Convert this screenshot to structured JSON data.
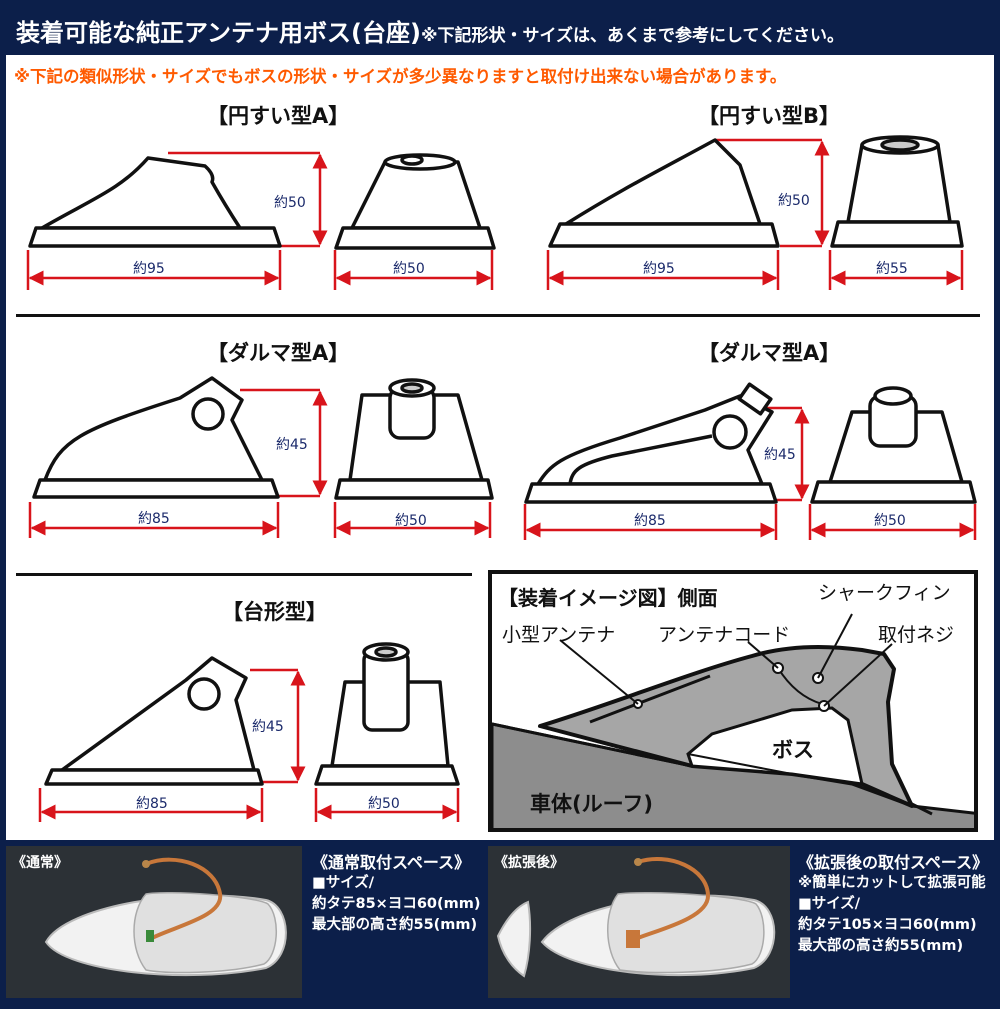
{
  "header": {
    "title": "装着可能な純正アンテナ用ボス(台座)",
    "note": "※下記形状・サイズは、あくまで参考にしてください。"
  },
  "warning": "※下記の類似形状・サイズでもボスの形状・サイズが多少異なりますと取付け出来ない場合があります。",
  "shapes": [
    {
      "title": "【円すい型A】",
      "height": "約50",
      "length": "約95",
      "width": "約50"
    },
    {
      "title": "【円すい型B】",
      "height": "約50",
      "length": "約95",
      "width": "約55"
    },
    {
      "title": "【ダルマ型A】",
      "height": "約45",
      "length": "約85",
      "width": "約50"
    },
    {
      "title": "【ダルマ型A】",
      "height": "約45",
      "length": "約85",
      "width": "約50"
    },
    {
      "title": "【台形型】",
      "height": "約45",
      "length": "約85",
      "width": "約50"
    }
  ],
  "install_image": {
    "title": "【装着イメージ図】側面",
    "labels": {
      "shark_fin": "シャークフィン",
      "small_antenna": "小型アンテナ",
      "antenna_cord": "アンテナコード",
      "screw": "取付ネジ",
      "boss": "ボス",
      "body": "車体(ルーフ)"
    }
  },
  "photos": [
    {
      "tag": "《通常》"
    },
    {
      "tag": "《拡張後》"
    }
  ],
  "normal_space": {
    "title": "《通常取付スペース》",
    "size_label": "■サイズ/",
    "size": "約タテ85×ヨコ60(mm)",
    "height": "最大部の高さ約55(mm)"
  },
  "expanded_space": {
    "title": "《拡張後の取付スペース》",
    "note": "※簡単にカットして拡張可能",
    "size_label": "■サイズ/",
    "size": "約タテ105×ヨコ60(mm)",
    "height": "最大部の高さ約55(mm)"
  },
  "colors": {
    "navy": "#0c1f4a",
    "warning": "#ff5a00",
    "dimension": "#d8141b",
    "dim_text": "#1b2a6b"
  }
}
